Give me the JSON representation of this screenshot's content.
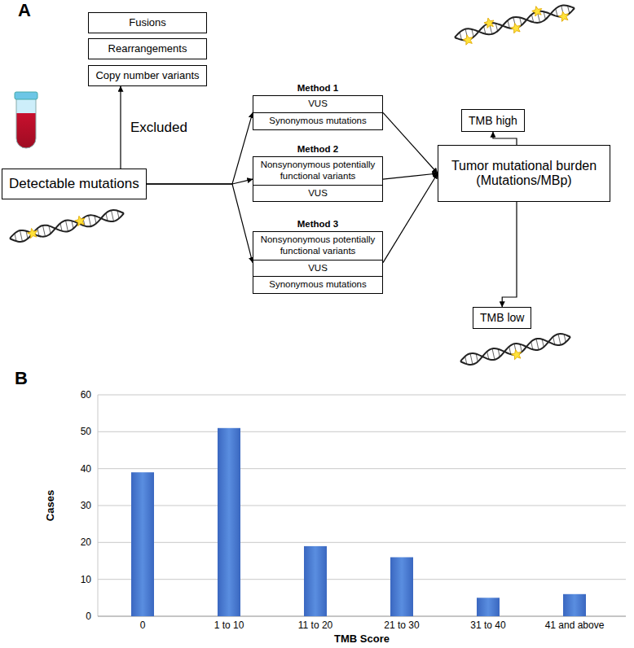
{
  "diagram": {
    "nodes": [
      {
        "text": [
          "Fusions"
        ]
      },
      {
        "text": [
          "Rearrangements"
        ]
      },
      {
        "text": [
          "Copy number variants"
        ]
      },
      {
        "text": [
          "Detectable mutations"
        ]
      },
      {
        "text": [
          "Method 1"
        ]
      },
      {
        "text": [
          "VUS"
        ],
        "in": 4
      },
      {
        "text": [
          "Synonymous mutations"
        ],
        "in": 4
      },
      {
        "text": [
          "Method 2"
        ]
      },
      {
        "text": [
          "Nonsynonymous potentially functional variants"
        ],
        "in": 7
      },
      {
        "text": [
          "VUS"
        ],
        "in": 7
      },
      {
        "text": [
          "Method 3"
        ]
      },
      {
        "text": [
          "Nonsynonymous potentially functional variants"
        ],
        "in": 10
      },
      {
        "text": [
          "VUS"
        ],
        "in": 10
      },
      {
        "text": [
          "Synonymous mutations"
        ],
        "in": 10
      },
      {
        "text": [
          "Tumor mutational burden (Mutations/MBp)"
        ]
      },
      {
        "text": [
          "TMB high"
        ]
      },
      {
        "text": [
          "TMB low"
        ]
      }
    ],
    "edges": [
      {
        "from": 3,
        "to": 2,
        "label": "Excluded",
        "arrow": "to"
      },
      {
        "from": 3,
        "to": 4,
        "arrow": "to"
      },
      {
        "from": 3,
        "to": 7,
        "arrow": "to"
      },
      {
        "from": 3,
        "to": 10,
        "arrow": "to"
      },
      {
        "from": 4,
        "to": 14,
        "arrow": "to"
      },
      {
        "from": 7,
        "to": 14,
        "arrow": "to"
      },
      {
        "from": 10,
        "to": 14,
        "arrow": "to"
      },
      {
        "from": 14,
        "to": 15,
        "arrow": "to"
      },
      {
        "from": 14,
        "to": 16,
        "arrow": "to"
      }
    ],
    "labels": [
      "A",
      "B",
      "60",
      "50",
      "40",
      "30",
      "20",
      "10",
      "0",
      "0",
      "1 to 10",
      "11 to 20",
      "21 to 30",
      "31 to 40",
      "41 and above",
      "Cases",
      "TMB Score"
    ]
  }
}
